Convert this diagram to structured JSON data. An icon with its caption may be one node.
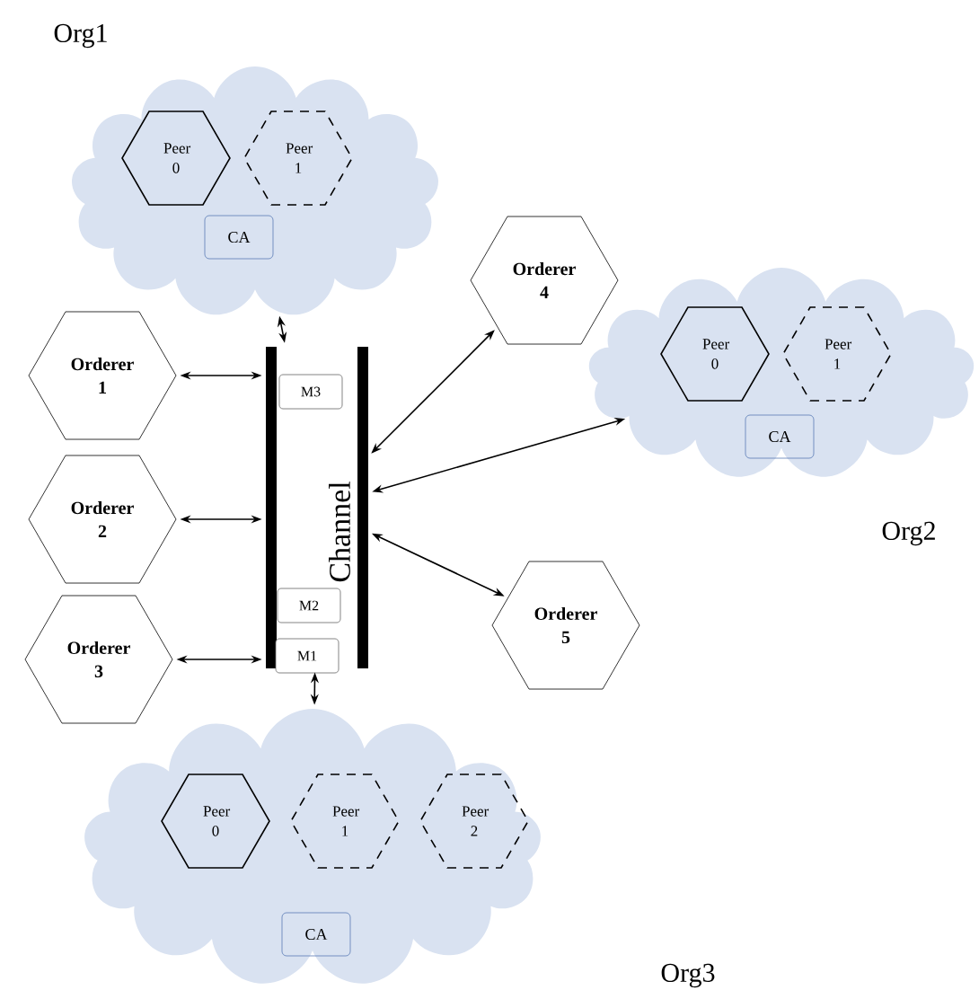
{
  "diagram": {
    "nodes": [
      {
        "text": [
          "Org1"
        ]
      },
      {
        "text": [
          "Peer 0"
        ],
        "in": 0
      },
      {
        "text": [
          "Peer 1"
        ],
        "in": 0
      },
      {
        "text": [
          "CA"
        ],
        "in": 0
      },
      {
        "text": [
          "Org2"
        ]
      },
      {
        "text": [
          "Peer 0"
        ],
        "in": 4
      },
      {
        "text": [
          "Peer 1"
        ],
        "in": 4
      },
      {
        "text": [
          "CA"
        ],
        "in": 4
      },
      {
        "text": [
          "Org3"
        ]
      },
      {
        "text": [
          "Peer 0"
        ],
        "in": 8
      },
      {
        "text": [
          "Peer 1"
        ],
        "in": 8
      },
      {
        "text": [
          "Peer 2"
        ],
        "in": 8
      },
      {
        "text": [
          "CA"
        ],
        "in": 8
      },
      {
        "text": [
          "Channel"
        ]
      },
      {
        "text": [
          "M3"
        ],
        "in": 13
      },
      {
        "text": [
          "M2"
        ],
        "in": 13
      },
      {
        "text": [
          "M1"
        ],
        "in": 13
      },
      {
        "text": [
          "Orderer 1"
        ]
      },
      {
        "text": [
          "Orderer 2"
        ]
      },
      {
        "text": [
          "Orderer 3"
        ]
      },
      {
        "text": [
          "Orderer 4"
        ]
      },
      {
        "text": [
          "Orderer 5"
        ]
      }
    ],
    "edges": [
      {
        "from": 0,
        "to": 13,
        "arrow": "both"
      },
      {
        "from": 17,
        "to": 13,
        "arrow": "both"
      },
      {
        "from": 18,
        "to": 13,
        "arrow": "both"
      },
      {
        "from": 19,
        "to": 13,
        "arrow": "both"
      },
      {
        "from": 20,
        "to": 13,
        "arrow": "both"
      },
      {
        "from": 4,
        "to": 13,
        "arrow": "both"
      },
      {
        "from": 21,
        "to": 13,
        "arrow": "both"
      },
      {
        "from": 8,
        "to": 13,
        "arrow": "both"
      }
    ]
  }
}
